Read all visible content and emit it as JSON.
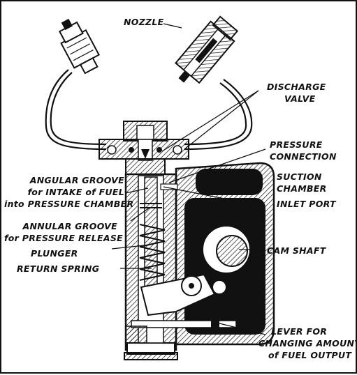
{
  "diagram": {
    "labels": {
      "nozzle": "NOZZLE",
      "discharge_valve_1": "DISCHARGE",
      "discharge_valve_2": "VALVE",
      "pressure_connection_1": "PRESSURE",
      "pressure_connection_2": "CONNECTION",
      "suction_chamber_1": "SUCTION",
      "suction_chamber_2": "CHAMBER",
      "inlet_port": "INLET PORT",
      "angular_groove_1": "ANGULAR GROOVE",
      "angular_groove_2": "for INTAKE of FUEL",
      "angular_groove_3": "into PRESSURE CHAMBER",
      "annular_groove_1": "ANNULAR GROOVE",
      "annular_groove_2": "for PRESSURE RELEASE",
      "plunger": "PLUNGER",
      "return_spring": "RETURN SPRING",
      "cam_shaft": "CAM SHAFT",
      "lever_1": "LEVER FOR",
      "lever_2": "CHANGING AMOUNT",
      "lever_3": "of FUEL OUTPUT"
    }
  }
}
